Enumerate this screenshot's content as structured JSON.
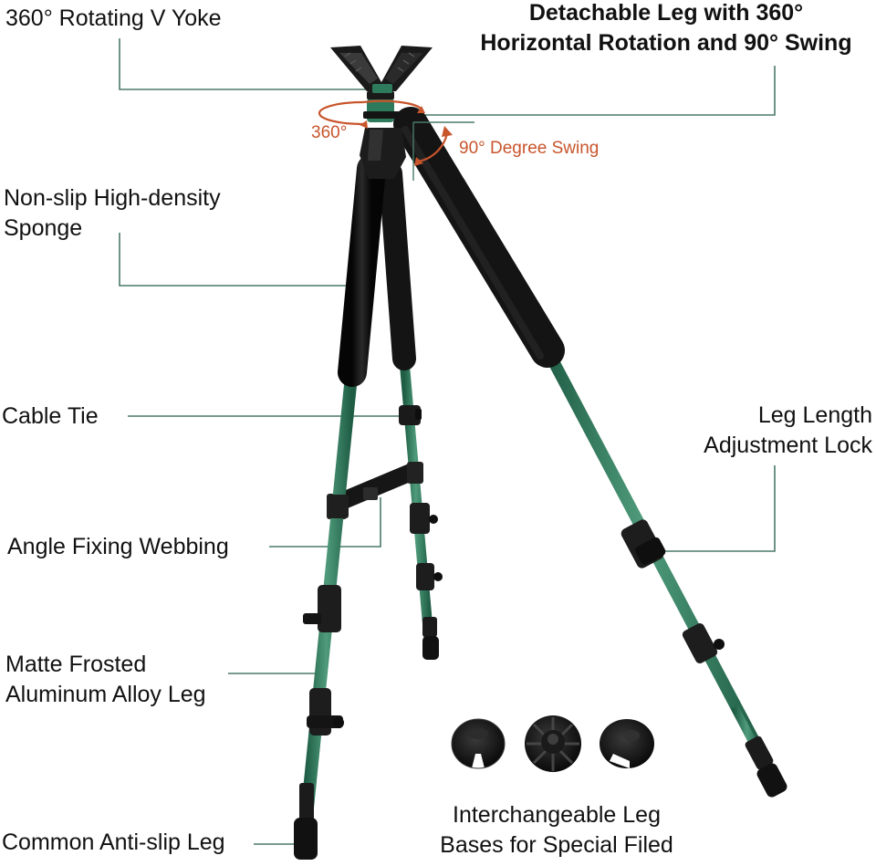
{
  "colors": {
    "leader": "#4a7a68",
    "tube": "#2e7a5c",
    "tube_light": "#4f9b7b",
    "foam": "#121212",
    "plastic": "#1d1d1d",
    "accent": "#c8552c"
  },
  "callouts": {
    "yoke": "360° Rotating V Yoke",
    "detachable": [
      "Detachable Leg with 360°",
      "Horizontal Rotation and 90° Swing"
    ],
    "sponge": [
      "Non-slip High-density",
      "Sponge"
    ],
    "cable_tie": "Cable Tie",
    "webbing": "Angle Fixing Webbing",
    "alloy": [
      "Matte Frosted",
      "Aluminum Alloy Leg"
    ],
    "foot": "Common Anti-slip Leg",
    "length_lock": [
      "Leg Length",
      "Adjustment Lock"
    ],
    "bases": [
      "Interchangeable Leg",
      "Bases for Special Filed"
    ]
  },
  "annotations": {
    "rotation": "360°",
    "swing": "90° Degree Swing"
  },
  "icons": {
    "rotation_arrow": "rotation-arrow-icon",
    "swing_arrow": "swing-arrow-icon"
  }
}
